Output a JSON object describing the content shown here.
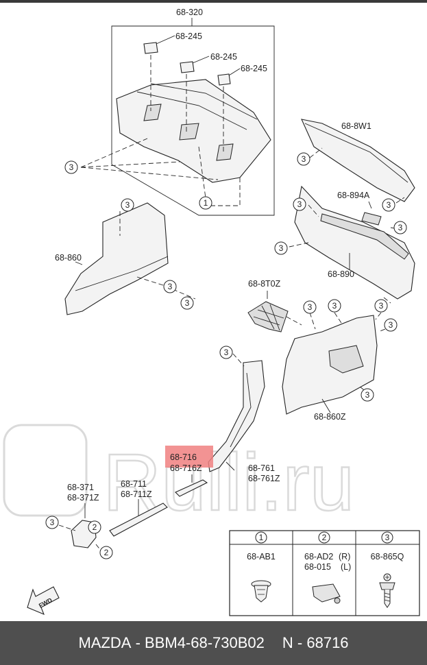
{
  "callouts": {
    "c_68_320": "68-320",
    "c_68_245a": "68-245",
    "c_68_245b": "68-245",
    "c_68_245c": "68-245",
    "c_68_8W1": "68-8W1",
    "c_68_894A": "68-894A",
    "c_68_890": "68-890",
    "c_68_860": "68-860",
    "c_68_8T0Z": "68-8T0Z",
    "c_68_860Z": "68-860Z",
    "c_68_716": "68-716",
    "c_68_716Z": "68-716Z",
    "c_68_761": "68-761",
    "c_68_761Z": "68-761Z",
    "c_68_371": "68-371",
    "c_68_371Z": "68-371Z",
    "c_68_711": "68-711",
    "c_68_711Z": "68-711Z"
  },
  "ref_numbers": {
    "one": "1",
    "two": "2",
    "three": "3"
  },
  "legend": {
    "col1_num": "1",
    "col2_num": "2",
    "col3_num": "3",
    "col1_part": "68-AB1",
    "col2_part_a": "68-AD2",
    "col2_side_a": "(R)",
    "col2_part_b": "68-015",
    "col2_side_b": "(L)",
    "col3_part": "68-865Q"
  },
  "fwd_label": "FWD",
  "watermark": "Rulli.ru",
  "highlight_color": "#f08080",
  "footer": {
    "brand": "MAZDA",
    "sep": "-",
    "part_number": "BBM4-68-730B02",
    "n_prefix": "N -",
    "n_value": "68716"
  }
}
